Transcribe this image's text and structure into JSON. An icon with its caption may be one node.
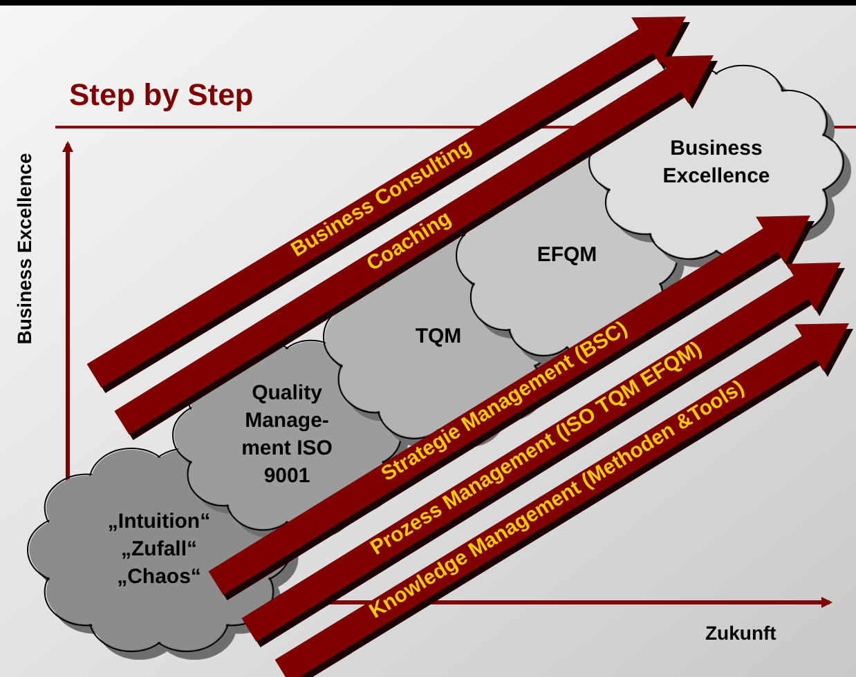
{
  "diagram": {
    "title": "Step by Step",
    "nodes": [
      {
        "text": [
          "„Intuition“ „Zufall“ „Chaos“"
        ]
      },
      {
        "text": [
          "Quality Manage-ment ISO 9001"
        ]
      },
      {
        "text": [
          "TQM"
        ]
      },
      {
        "text": [
          "EFQM"
        ]
      },
      {
        "text": [
          "Business Excellence"
        ]
      }
    ],
    "edges": [],
    "labels": [
      "Business Consulting",
      "Coaching",
      "Strategie Management (BSC)",
      "Prozess Management (ISO TQM EFQM)",
      "Knowledge Management (Methoden &Tools)",
      "Business Excellence",
      "Zukunft"
    ]
  }
}
